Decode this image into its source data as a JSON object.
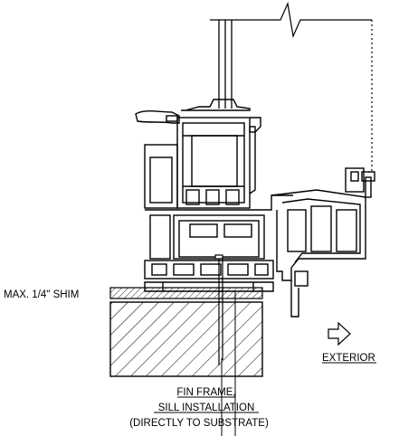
{
  "drawing": {
    "title": "Fin frame sill installation detail",
    "labels": {
      "shim": "MAX. 1/4\" SHIM",
      "exterior": "EXTERIOR",
      "caption_line1": "FIN FRAME,",
      "caption_line2": "SILL INSTALLATION",
      "caption_line3": "(DIRECTLY TO SUBSTRATE)"
    },
    "icons": {
      "direction": "arrow-right-outline-icon",
      "break": "break-line-icon"
    },
    "colors": {
      "line": "#000000",
      "hatch": "#000000",
      "background": "#ffffff"
    }
  }
}
